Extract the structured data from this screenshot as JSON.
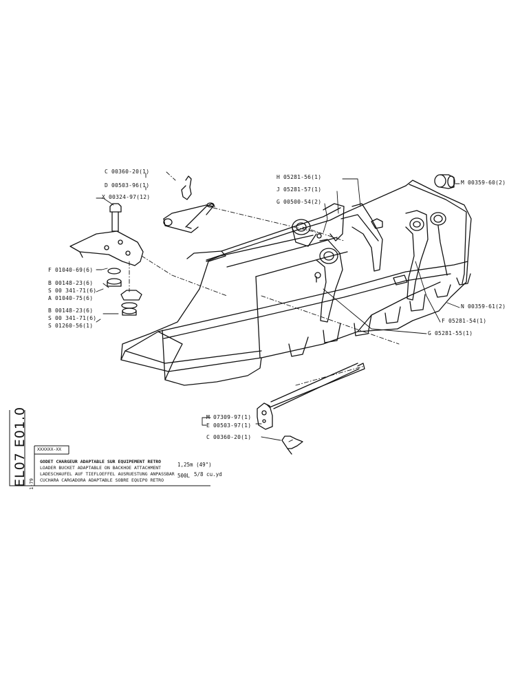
{
  "labels_left": [
    "C 00360-20(1)",
    "D 00503-96(1)",
    "X 00324-97(12)",
    "F 01040-69(6)",
    "B 00148-23(6)",
    "S 00 341-71(6)",
    "A 01040-75(6)",
    "B 00148-23(6)",
    "S 00 341-71(6)",
    "S 01260-56(1)"
  ],
  "labels_top": [
    "H 05281-56(1)",
    "J 05281-57(1)",
    "G 00500-54(2)"
  ],
  "labels_right": [
    "M 00359-60(2)",
    "N 00359-61(2)",
    "F 05281-54(1)",
    "G 05281-55(1)"
  ],
  "labels_pin": [
    "M 07309-97(1)",
    "E 00503-97(1)",
    "C 00360-20(1)"
  ],
  "side_code": "EL07 E01.0",
  "side_date": "1-79",
  "title_block": {
    "code": "XXXXXX-XX",
    "lines": [
      "GODET CHARGEUR ADAPTABLE SUR EQUIPEMENT RETRO",
      "LOADER BUCKET ADAPTABLE ON BACKHOE ATTACHMENT",
      "LADESCHAUFEL AUF TIEFLOEFFEL AUSRUESTUNG ANPASSBAR",
      "CUCHARA CARGADORA ADAPTABLE SOBRE EQUIPO RETRO"
    ],
    "capacity_metric": "1,25m (49\")",
    "capacity_volume": "500L",
    "capacity_imperial": "5/8 cu.yd"
  }
}
